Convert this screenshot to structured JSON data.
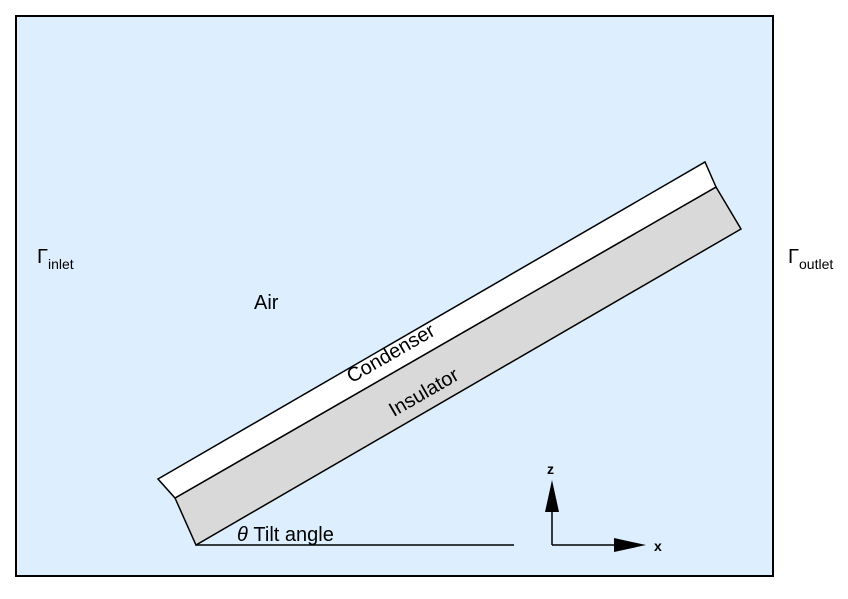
{
  "labels": {
    "inlet_symbol": "Γ",
    "inlet_sub": "inlet",
    "outlet_symbol": "Γ",
    "outlet_sub": "outlet",
    "air": "Air",
    "condenser": "Condenser",
    "insulator": "Insulator",
    "theta": "θ",
    "tilt_angle": "Tilt angle",
    "axis_z": "z",
    "axis_x": "x"
  },
  "colors": {
    "domain_fill": "#ddeefe",
    "domain_border": "#000000",
    "condenser_fill": "#ffffff",
    "insulator_fill": "#d9d9d9",
    "stroke": "#000000"
  },
  "icons": {
    "z_arrow": "arrow-up-icon",
    "x_arrow": "arrow-right-icon"
  }
}
